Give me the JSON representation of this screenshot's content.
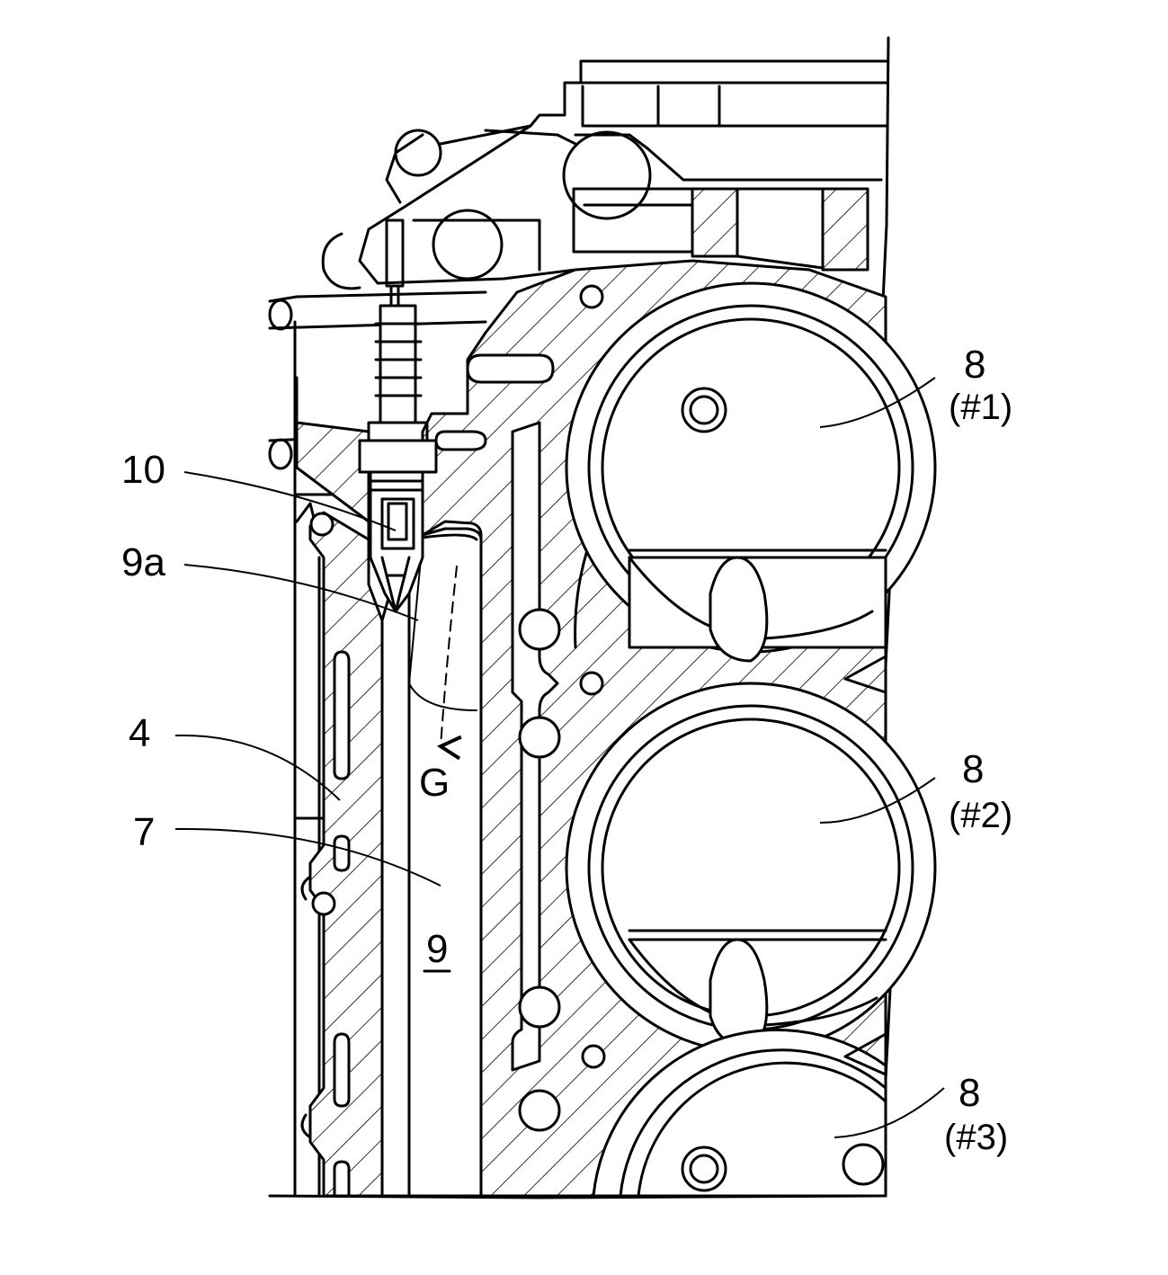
{
  "labels": {
    "sensor": "10",
    "jacket_upper": "9a",
    "head": "4",
    "gasket": "7",
    "jacket": "9",
    "flow": "G",
    "cyl1_num": "8",
    "cyl1_tag": "(#1)",
    "cyl2_num": "8",
    "cyl2_tag": "(#2)",
    "cyl3_num": "8",
    "cyl3_tag": "(#3)"
  },
  "colors": {
    "line": "#000000",
    "background": "#ffffff"
  }
}
